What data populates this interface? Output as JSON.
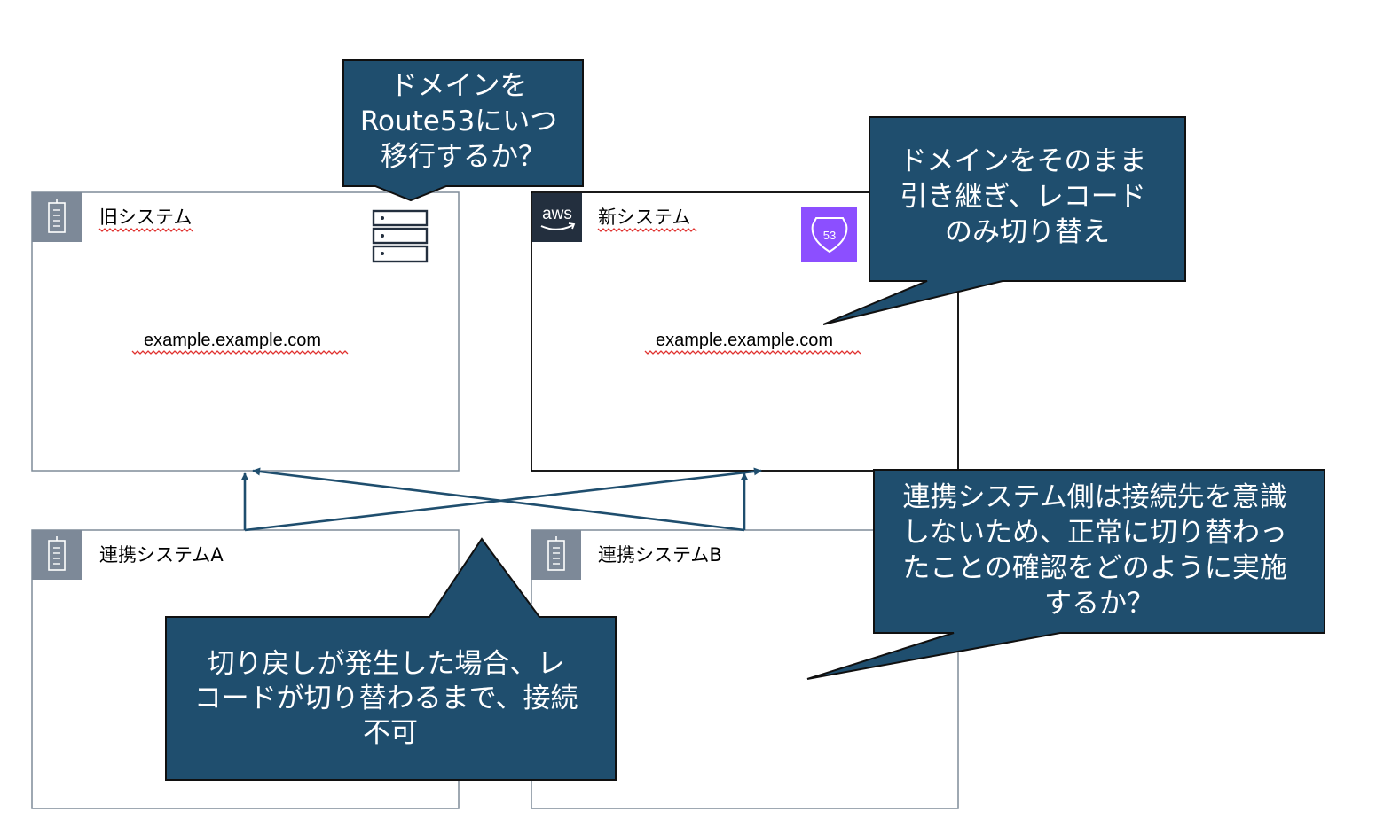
{
  "groups": {
    "old_system": {
      "label": "旧システム",
      "domain": "example.example.com"
    },
    "new_system": {
      "label": "新システム",
      "domain": "example.example.com"
    },
    "partner_a": {
      "label": "連携システムA"
    },
    "partner_b": {
      "label": "連携システムB"
    }
  },
  "icons": {
    "aws_logo": "aws",
    "route53_badge": "53"
  },
  "callouts": {
    "migration": {
      "lines": [
        "ドメインを",
        "Route53にいつ",
        "移行するか？"
      ]
    },
    "records": {
      "lines": [
        "ドメインをそのまま",
        "引き継ぎ、レコード",
        "のみ切り替え"
      ]
    },
    "confirm": {
      "lines": [
        "連携システム側は接続先を意識",
        "しないため、正常に切り替わっ",
        "たことの確認をどのように実施",
        "するか？"
      ]
    },
    "rollback": {
      "lines": [
        "切り戻しが発生した場合、レ",
        "コードが切り替わるまで、接続",
        "不可"
      ]
    }
  },
  "colors": {
    "callout_fill": "#1f4e6e",
    "group_border": "#7f8c98",
    "group_icon_bg": "#7d8998",
    "aws_bg": "#232f3e",
    "route53_purple": "#8c4fff",
    "arrow": "#1f4e6e"
  }
}
